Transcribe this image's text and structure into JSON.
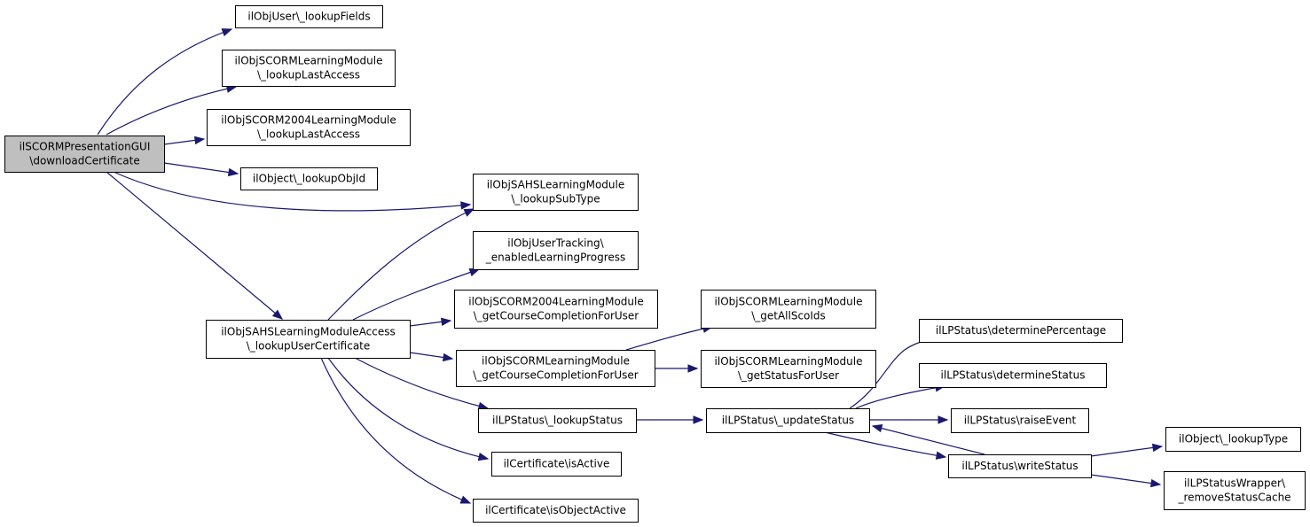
{
  "graph": {
    "edge_color": "#191970",
    "node_fill": "#ffffff",
    "root_fill": "#bfbfbf",
    "nodes": [
      {
        "id": "root",
        "lines": [
          "ilSCORMPresentationGUI",
          "\\downloadCertificate"
        ],
        "root": true
      },
      {
        "id": "lookupFields",
        "lines": [
          "ilObjUser\\_lookupFields"
        ]
      },
      {
        "id": "scormLastAccess",
        "lines": [
          "ilObjSCORMLearningModule",
          "\\_lookupLastAccess"
        ]
      },
      {
        "id": "scorm2004LastAccess",
        "lines": [
          "ilObjSCORM2004LearningModule",
          "\\_lookupLastAccess"
        ]
      },
      {
        "id": "lookupObjId",
        "lines": [
          "ilObject\\_lookupObjId"
        ]
      },
      {
        "id": "lookupSubType",
        "lines": [
          "ilObjSAHSLearningModule",
          "\\_lookupSubType"
        ]
      },
      {
        "id": "lookupUserCert",
        "lines": [
          "ilObjSAHSLearningModuleAccess",
          "\\_lookupUserCertificate"
        ]
      },
      {
        "id": "enabledLP",
        "lines": [
          "ilObjUserTracking\\",
          "_enabledLearningProgress"
        ]
      },
      {
        "id": "scorm2004Completion",
        "lines": [
          "ilObjSCORM2004LearningModule",
          "\\_getCourseCompletionForUser"
        ]
      },
      {
        "id": "scormCompletion",
        "lines": [
          "ilObjSCORMLearningModule",
          "\\_getCourseCompletionForUser"
        ]
      },
      {
        "id": "lpLookupStatus",
        "lines": [
          "ilLPStatus\\_lookupStatus"
        ]
      },
      {
        "id": "certIsActive",
        "lines": [
          "ilCertificate\\isActive"
        ]
      },
      {
        "id": "certIsObjectActive",
        "lines": [
          "ilCertificate\\isObjectActive"
        ]
      },
      {
        "id": "getAllScoIds",
        "lines": [
          "ilObjSCORMLearningModule",
          "\\_getAllScoIds"
        ]
      },
      {
        "id": "getStatusForUser",
        "lines": [
          "ilObjSCORMLearningModule",
          "\\_getStatusForUser"
        ]
      },
      {
        "id": "updateStatus",
        "lines": [
          "ilLPStatus\\_updateStatus"
        ]
      },
      {
        "id": "determinePercentage",
        "lines": [
          "ilLPStatus\\determinePercentage"
        ]
      },
      {
        "id": "determineStatus",
        "lines": [
          "ilLPStatus\\determineStatus"
        ]
      },
      {
        "id": "raiseEvent",
        "lines": [
          "ilLPStatus\\raiseEvent"
        ]
      },
      {
        "id": "writeStatus",
        "lines": [
          "ilLPStatus\\writeStatus"
        ]
      },
      {
        "id": "lookupType",
        "lines": [
          "ilObject\\_lookupType"
        ]
      },
      {
        "id": "removeStatusCache",
        "lines": [
          "ilLPStatusWrapper\\",
          "_removeStatusCache"
        ]
      }
    ]
  }
}
